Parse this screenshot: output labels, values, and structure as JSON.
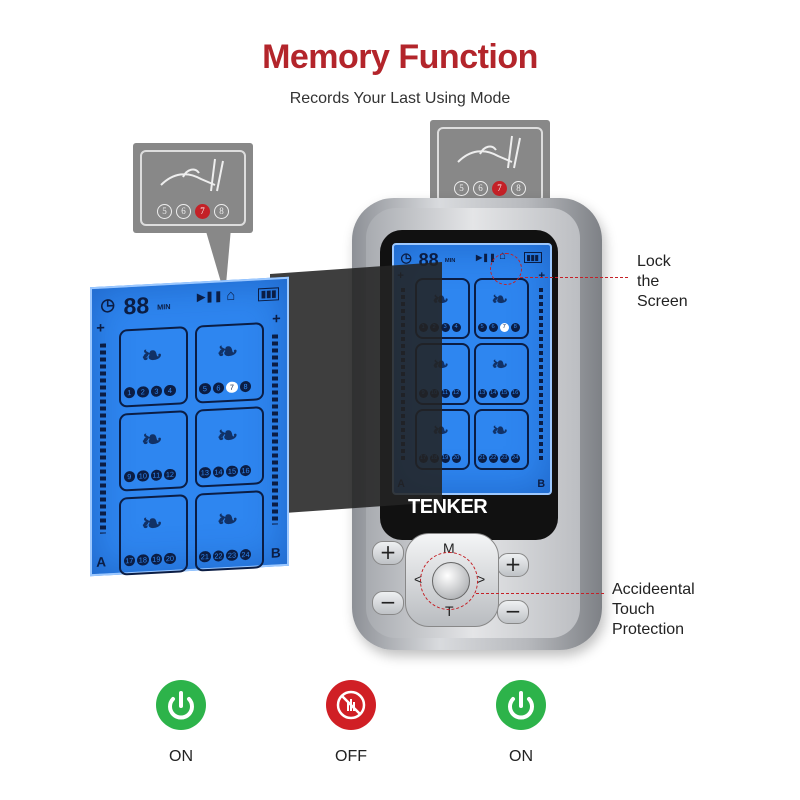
{
  "header": {
    "title": "Memory Function",
    "subtitle": "Records Your Last Using Mode"
  },
  "device": {
    "brand": "TENKER",
    "timer_display": "88",
    "timer_unit": "MIN",
    "channel_a": "A",
    "channel_b": "B",
    "plus_label": "+",
    "minus_label": "−",
    "mode_label": "M",
    "time_label": "T",
    "left_arrow": "<",
    "right_arrow": ">"
  },
  "zoom_callout": {
    "mode_numbers": [
      "5",
      "6",
      "7",
      "8"
    ],
    "selected": "7",
    "accent": "#c42127"
  },
  "lcd": {
    "rows": [
      [
        [
          "1",
          "2",
          "3",
          "4"
        ],
        [
          "5",
          "6",
          "7",
          "8"
        ]
      ],
      [
        [
          "9",
          "10",
          "11",
          "12"
        ],
        [
          "13",
          "14",
          "15",
          "16"
        ]
      ],
      [
        [
          "17",
          "18",
          "19",
          "20"
        ],
        [
          "21",
          "22",
          "23",
          "24"
        ]
      ]
    ],
    "color": "#2e86f0"
  },
  "annotations": {
    "lock": [
      "Lock",
      "the",
      "Screen"
    ],
    "protection": [
      "Accideental",
      "Touch",
      "Protection"
    ]
  },
  "status": [
    {
      "label": "ON",
      "icon": "power-icon",
      "color": "#2db34a"
    },
    {
      "label": "OFF",
      "icon": "no-touch-icon",
      "color": "#d01f25"
    },
    {
      "label": "ON",
      "icon": "power-icon",
      "color": "#2db34a"
    }
  ]
}
